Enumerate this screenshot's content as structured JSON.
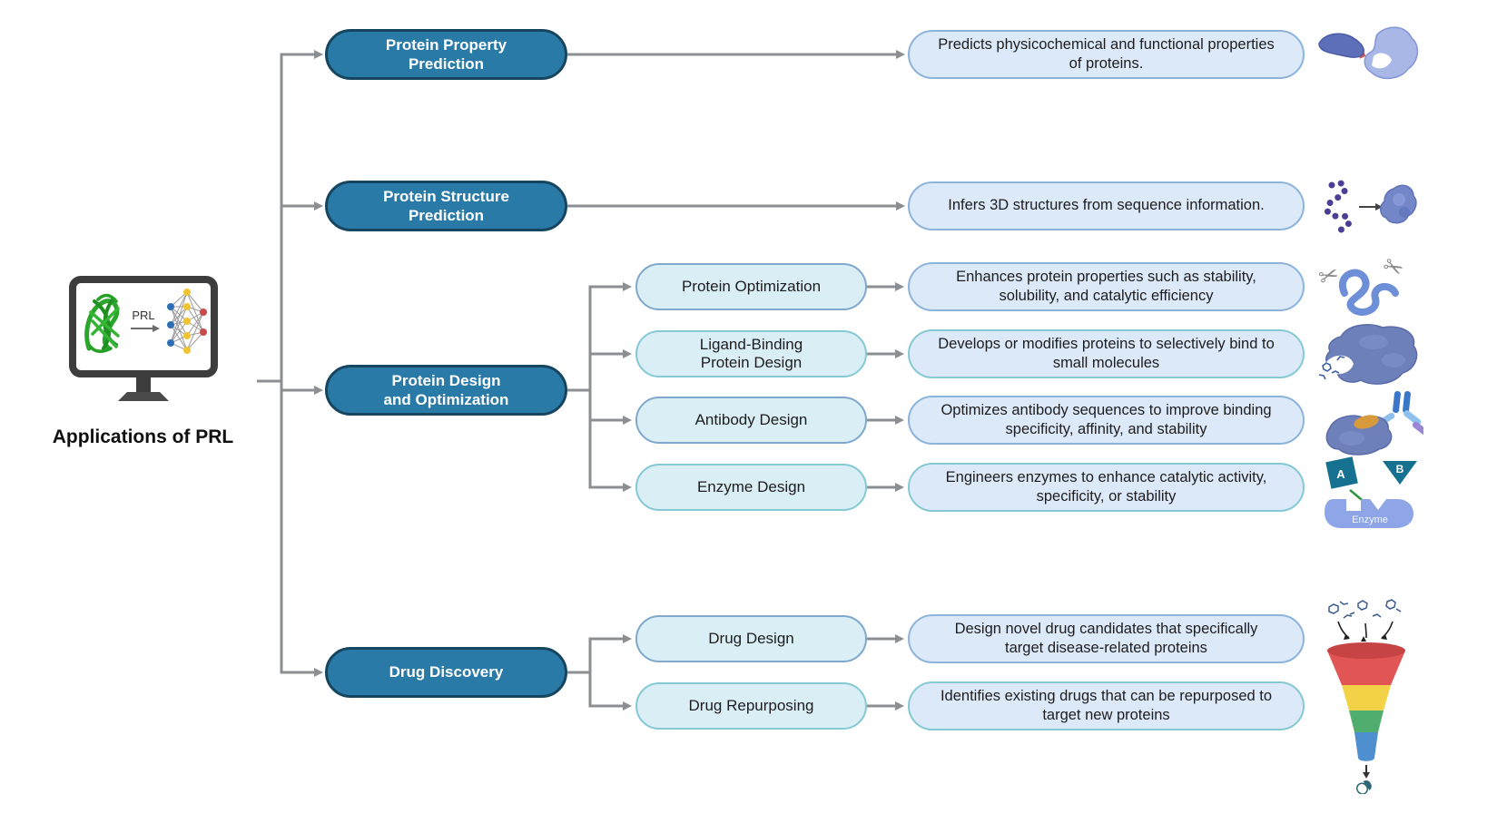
{
  "title": "Applications of PRL",
  "monitor": {
    "label": "PRL"
  },
  "branches": [
    {
      "label": "Protein Property Prediction",
      "description": "Predicts physicochemical and functional properties of proteins.",
      "icon": "protein-complex-icon"
    },
    {
      "label": "Protein Structure Prediction",
      "description": "Infers 3D structures from sequence information.",
      "icon": "sequence-to-structure-icon"
    },
    {
      "label": "Protein Design and Optimization",
      "children": [
        {
          "label": "Protein Optimization",
          "description": "Enhances protein properties such as stability, solubility, and catalytic efficiency",
          "icon": "protein-editing-scissors-icon"
        },
        {
          "label": "Ligand-Binding Protein Design",
          "description": "Develops or modifies proteins to selectively bind to small molecules",
          "icon": "ligand-binding-pocket-icon"
        },
        {
          "label": "Antibody Design",
          "description": "Optimizes antibody sequences to improve binding specificity, affinity, and stability",
          "icon": "antibody-antigen-icon"
        },
        {
          "label": "Enzyme Design",
          "description": "Engineers enzymes to enhance catalytic activity, specificity, or stability",
          "icon": "enzyme-substrate-icon"
        }
      ]
    },
    {
      "label": "Drug Discovery",
      "children": [
        {
          "label": "Drug Design",
          "description": "Design novel drug candidates that specifically target disease-related proteins",
          "icon": "screening-funnel-icon"
        },
        {
          "label": "Drug Repurposing",
          "description": "Identifies existing drugs that can be repurposed to target new proteins",
          "icon": "screening-funnel-icon"
        }
      ]
    }
  ],
  "enzyme_icon": {
    "substrate_a": "A",
    "substrate_b": "B",
    "enzyme_label": "Enzyme"
  },
  "colors": {
    "primary_node_fill": "#2a7aa8",
    "primary_node_border": "#16465f",
    "sub_node_fill": "#daeef6",
    "description_fill": "#dce9f8",
    "steel_border": "#8cb4da",
    "teal_border": "#84c9d4",
    "connector_gray": "#8b8f92",
    "funnel_red": "#e25555",
    "funnel_yellow": "#f2d246",
    "funnel_green": "#4fae6d",
    "funnel_blue": "#4e8fd0"
  }
}
